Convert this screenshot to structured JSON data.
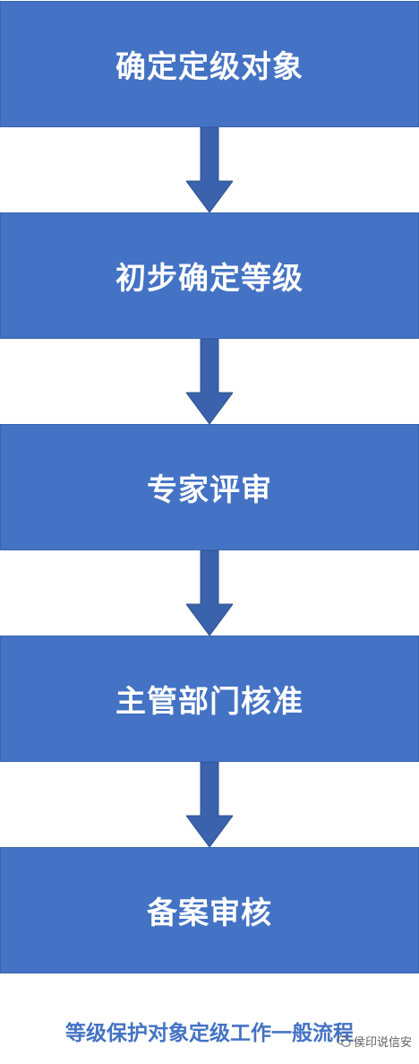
{
  "colors": {
    "box_fill": "#4472c4",
    "box_text": "#ffffff",
    "arrow_fill": "#3a62ad",
    "arrow_stroke": "#2f528f",
    "caption_text": "#4472c4"
  },
  "steps": [
    {
      "label": "确定定级对象"
    },
    {
      "label": "初步确定等级"
    },
    {
      "label": "专家评审"
    },
    {
      "label": "主管部门核准"
    },
    {
      "label": "备案审核"
    }
  ],
  "caption": "等级保护对象定级工作一般流程",
  "watermark": {
    "icon": "wechat-icon",
    "text": "侯印说信安"
  }
}
